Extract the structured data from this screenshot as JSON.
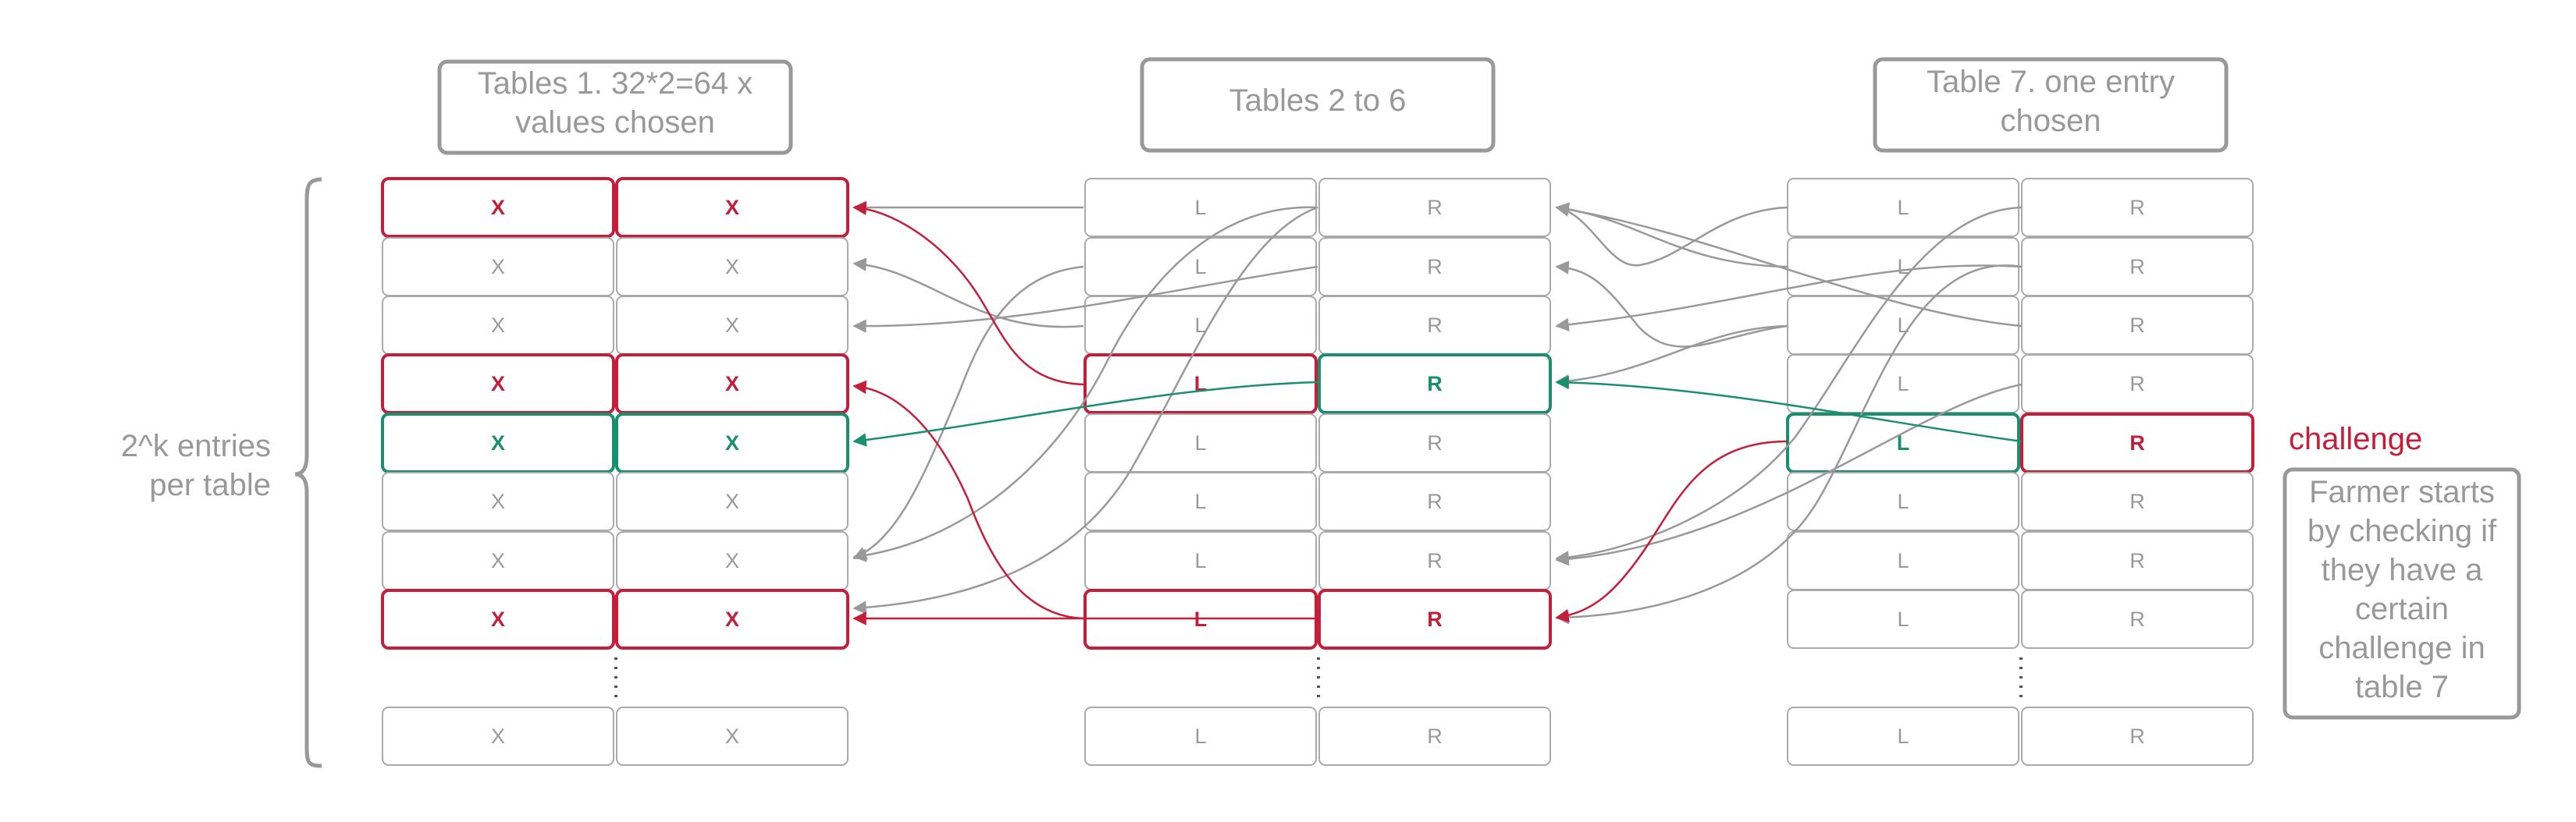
{
  "colors": {
    "gray": "#999999",
    "cell_border": "#aaaaaa",
    "red": "#c41e3a",
    "green": "#1a8f6f"
  },
  "headers": {
    "table1": [
      "Tables 1. 32*2=64 x",
      "values chosen"
    ],
    "table2to6": [
      "Tables 2 to 6"
    ],
    "table7": [
      "Table 7. one entry",
      "chosen"
    ]
  },
  "side_label": [
    "2^k entries",
    "per table"
  ],
  "challenge_label": "challenge",
  "note": [
    "Farmer starts",
    "by checking if",
    "they have a",
    "certain",
    "challenge in",
    "table 7"
  ],
  "cells": {
    "x": "X",
    "l": "L",
    "r": "R"
  },
  "tables": [
    {
      "id": "table1",
      "left": "X",
      "right": "X",
      "rows": [
        "red",
        "gray",
        "gray",
        "red",
        "green",
        "gray",
        "gray",
        "red",
        "gray"
      ]
    },
    {
      "id": "table2to6",
      "left": "L",
      "right": "R",
      "rows": [
        "gray",
        "gray",
        "gray",
        "red|green",
        "gray",
        "gray",
        "gray",
        "red|red",
        "gray"
      ]
    },
    {
      "id": "table7",
      "left": "L",
      "right": "R",
      "rows": [
        "gray",
        "gray",
        "gray",
        "gray",
        "green|red",
        "gray",
        "gray",
        "gray",
        "gray"
      ]
    }
  ],
  "icons": {
    "brace": "curly-brace-icon",
    "ellipsis": "vertical-ellipsis-icon",
    "arrow": "arrowhead-icon"
  }
}
